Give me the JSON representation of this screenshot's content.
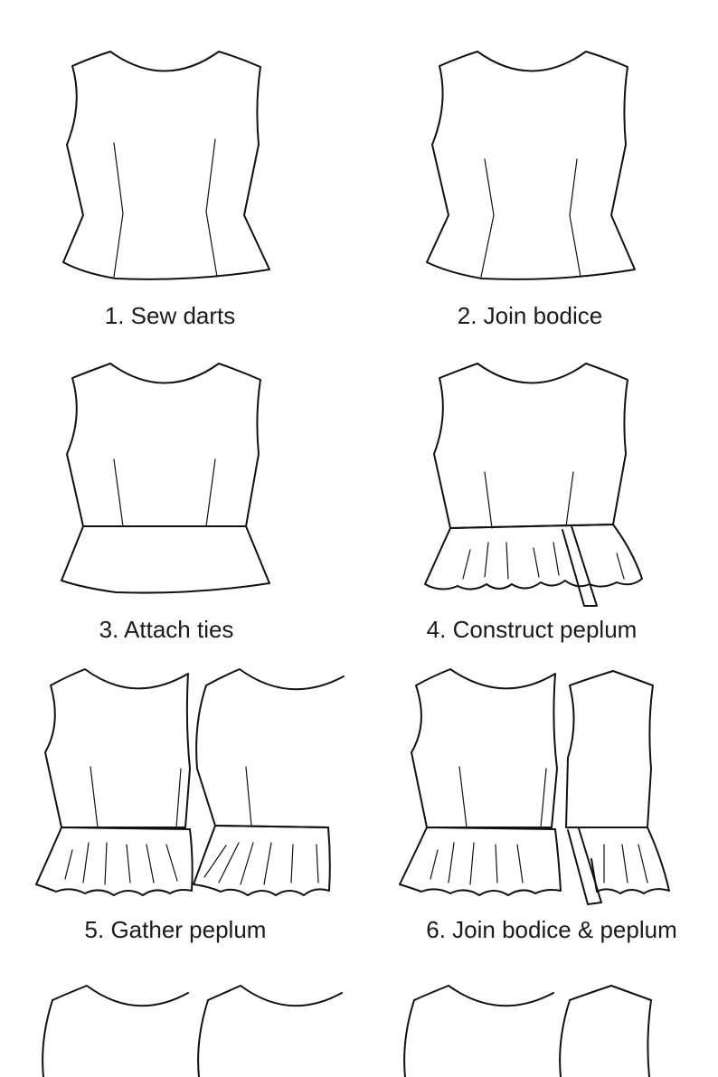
{
  "steps": [
    {
      "label": "1. Sew darts"
    },
    {
      "label": "2. Join bodice"
    },
    {
      "label": "3. Attach ties"
    },
    {
      "label": "4. Construct peplum"
    },
    {
      "label": "5. Gather peplum"
    },
    {
      "label": "6. Join bodice & peplum"
    }
  ],
  "colors": {
    "line": "#111111",
    "background": "#ffffff",
    "text": "#1a1a1a"
  }
}
